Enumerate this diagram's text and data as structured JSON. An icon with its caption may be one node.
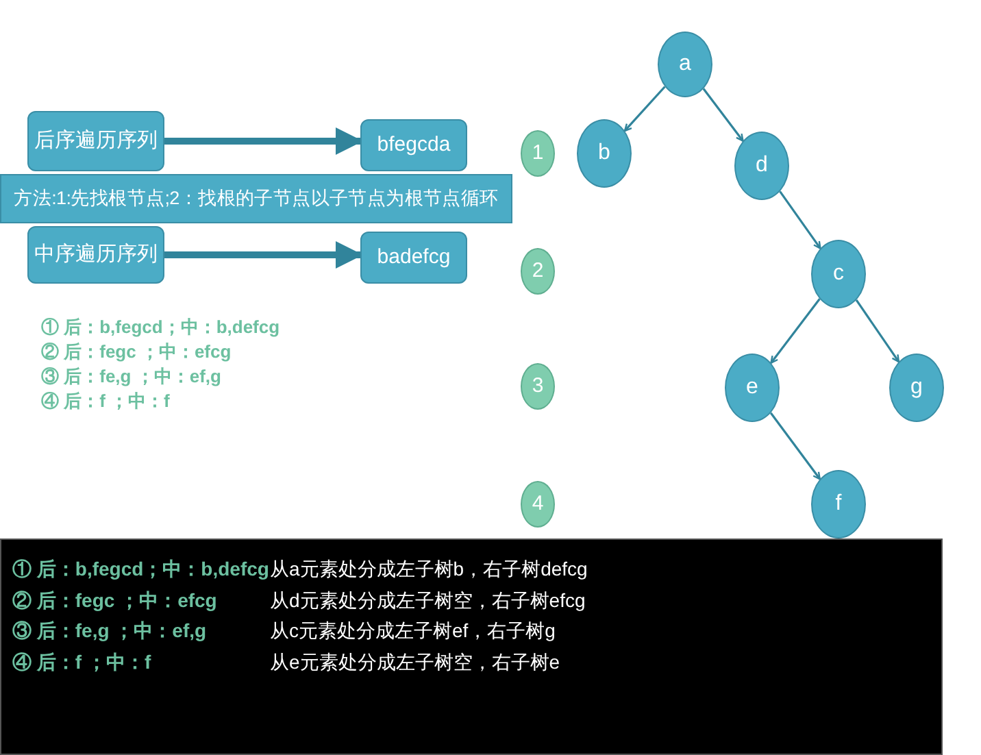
{
  "diagram": {
    "nodes": [
      {
        "text": [
          "后序遍历序列"
        ]
      },
      {
        "text": [
          "bfegcda"
        ]
      },
      {
        "text": [
          "方法:1:先找根节点;2：找根的子节点以子节点为根节点循环"
        ]
      },
      {
        "text": [
          "中序遍历序列"
        ]
      },
      {
        "text": [
          "badefcg"
        ]
      },
      {
        "text": [
          "1"
        ]
      },
      {
        "text": [
          "2"
        ]
      },
      {
        "text": [
          "3"
        ]
      },
      {
        "text": [
          "4"
        ]
      },
      {
        "text": [
          "a"
        ]
      },
      {
        "text": [
          "b"
        ]
      },
      {
        "text": [
          "d"
        ]
      },
      {
        "text": [
          "c"
        ]
      },
      {
        "text": [
          "e"
        ]
      },
      {
        "text": [
          "g"
        ]
      },
      {
        "text": [
          "f"
        ]
      }
    ],
    "edges": [
      {
        "from": 0,
        "to": 1,
        "arrow": "to",
        "style": "thick"
      },
      {
        "from": 3,
        "to": 4,
        "arrow": "to",
        "style": "thick"
      },
      {
        "from": 9,
        "to": 10,
        "arrow": "to"
      },
      {
        "from": 9,
        "to": 11,
        "arrow": "to"
      },
      {
        "from": 11,
        "to": 12,
        "arrow": "to"
      },
      {
        "from": 12,
        "to": 13,
        "arrow": "to"
      },
      {
        "from": 12,
        "to": 14,
        "arrow": "to"
      },
      {
        "from": 13,
        "to": 15,
        "arrow": "to"
      }
    ],
    "labels": [
      "① 后：b,fegcd；中：b,defcg",
      "② 后：fegc ；中：efcg",
      "③ 后：fe,g ；中：ef,g",
      "④ 后：f ；中：f",
      "① 后：b,fegcd；中：b,defcg",
      "从a元素处分成左子树b，右子树defcg",
      "② 后：fegc ；中：efcg",
      "从d元素处分成左子树空，右子树efcg",
      "③ 后：fe,g ；中：ef,g",
      "从c元素处分成左子树ef，右子树g",
      "④ 后：f ；中：f",
      "从e元素处分成左子树空，右子树e"
    ]
  }
}
